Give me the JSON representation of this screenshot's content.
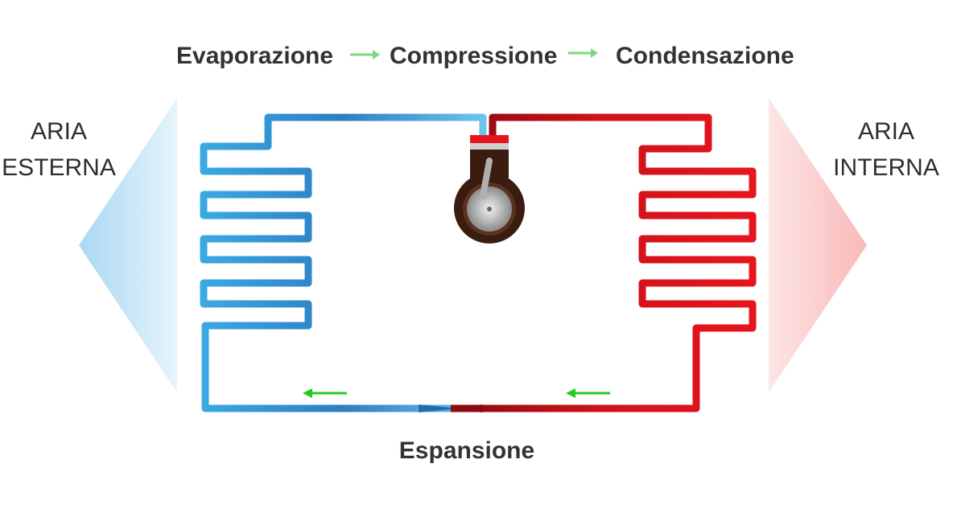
{
  "header": {
    "step1": "Evaporazione",
    "step2": "Compressione",
    "step3": "Condensazione"
  },
  "left_label": {
    "line1": "ARIA",
    "line2": "ESTERNA"
  },
  "right_label": {
    "line1": "ARIA",
    "line2": "INTERNA"
  },
  "footer": {
    "step4": "Espansione"
  },
  "colors": {
    "cold": "#3aa6e0",
    "cold_dark": "#2a7fc0",
    "hot": "#e3121b",
    "hot_dark": "#8b0a10",
    "arrow": "#22cc22",
    "header_arrow": "#7dd87d",
    "air_cold": "#b7def4",
    "air_hot": "#f9bcbc",
    "compressor": "#3a1d10"
  }
}
